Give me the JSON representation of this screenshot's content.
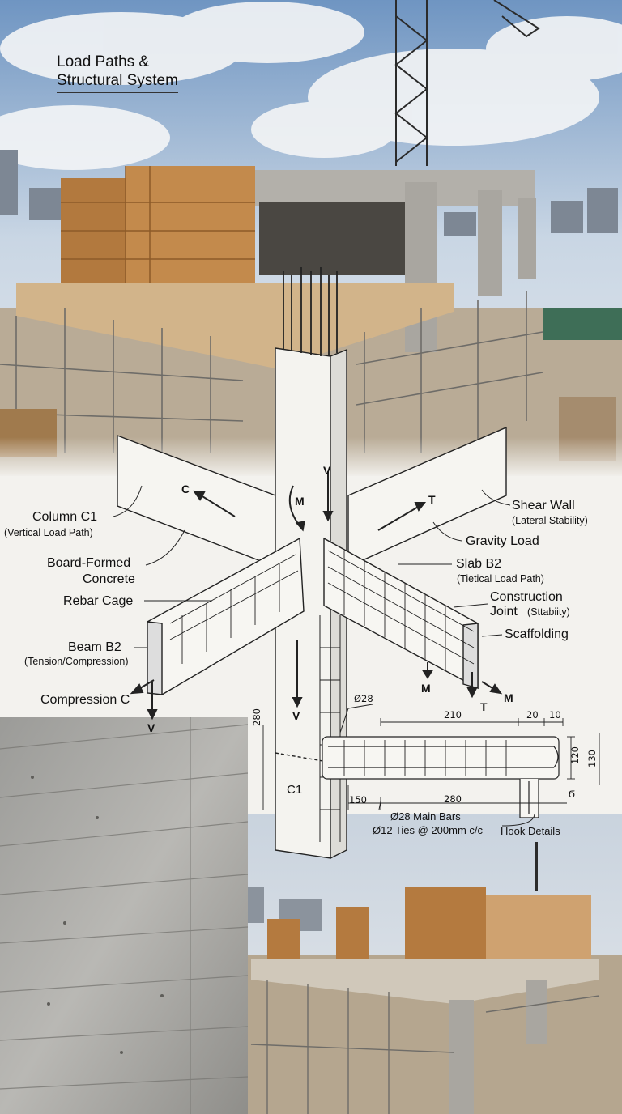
{
  "title": {
    "line1": "Load Paths &",
    "line2": "Structural System"
  },
  "callouts": {
    "column": {
      "label": "Column  C1",
      "sub": "(Vertical Load Path)"
    },
    "board_formed": {
      "line1": "Board-Formed",
      "line2": "Concrete"
    },
    "rebar_cage": {
      "label": "Rebar Cage"
    },
    "beam": {
      "label": "Beam B2",
      "sub": "(Tension/Compression)"
    },
    "compression": {
      "label": "Compression C"
    },
    "shear_wall": {
      "label": "Shear Wall",
      "sub": "(Lateral Stability)"
    },
    "gravity_load": {
      "label": "Gravity Load"
    },
    "slab": {
      "label": "Slab B2",
      "sub": "(Tietical Load Path)"
    },
    "construction_joint": {
      "line1": "Construction",
      "line2": "Joint",
      "sub": "(Sttabiity)"
    },
    "scaffolding": {
      "label": "Scaffolding"
    },
    "hook_details": {
      "label": "Hook Details"
    }
  },
  "markers": {
    "c": "C",
    "t_upper": "T",
    "v_upper": "V",
    "m_upper": "M",
    "v_lower": "V",
    "v_left": "V",
    "m_lower_left": "M",
    "m_lower_right": "M",
    "t_lower": "T",
    "c1": "C1"
  },
  "dimensions": {
    "d280_vertical": "280",
    "dia28": "Ø28",
    "d210": "210",
    "d20": "20",
    "d10": "10",
    "d120": "120",
    "d130": "130",
    "d150": "150",
    "d280": "280",
    "d6": "Ϭ",
    "main_bars": "Ø28 Main Bars",
    "ties": "Ø12 Ties @ 200mm c/c"
  }
}
